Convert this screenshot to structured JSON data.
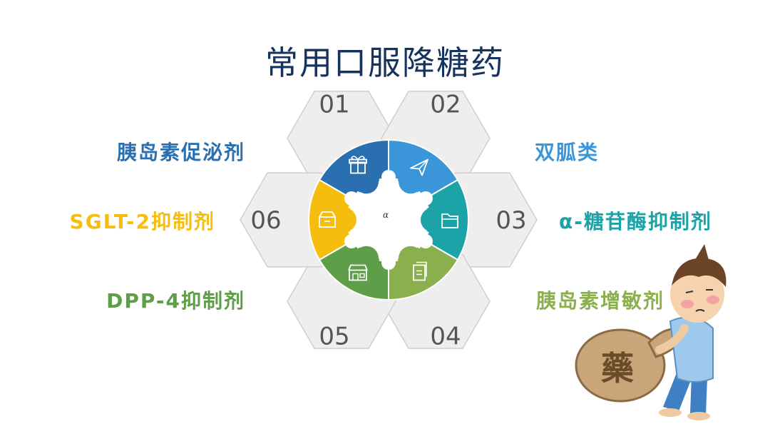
{
  "title": "常用口服降糖药",
  "center_label": "α",
  "items": [
    {
      "num": "01",
      "label": "胰岛素促泌剂",
      "color": "#2a6fb0",
      "icon": "gift-icon"
    },
    {
      "num": "02",
      "label": "双胍类",
      "color": "#3a96d8",
      "icon": "paper-plane-icon"
    },
    {
      "num": "03",
      "label": "α-糖苷酶抑制剂",
      "color": "#1ba3a8",
      "icon": "folder-icon"
    },
    {
      "num": "04",
      "label": "胰岛素增敏剂",
      "color": "#8ab04e",
      "icon": "document-icon"
    },
    {
      "num": "05",
      "label": "DPP-4抑制剂",
      "color": "#5e9e48",
      "icon": "shop-icon"
    },
    {
      "num": "06",
      "label": "SGLT-2抑制剂",
      "color": "#f5be0f",
      "icon": "box-icon"
    }
  ],
  "illustration": {
    "bag_text": "藥"
  }
}
